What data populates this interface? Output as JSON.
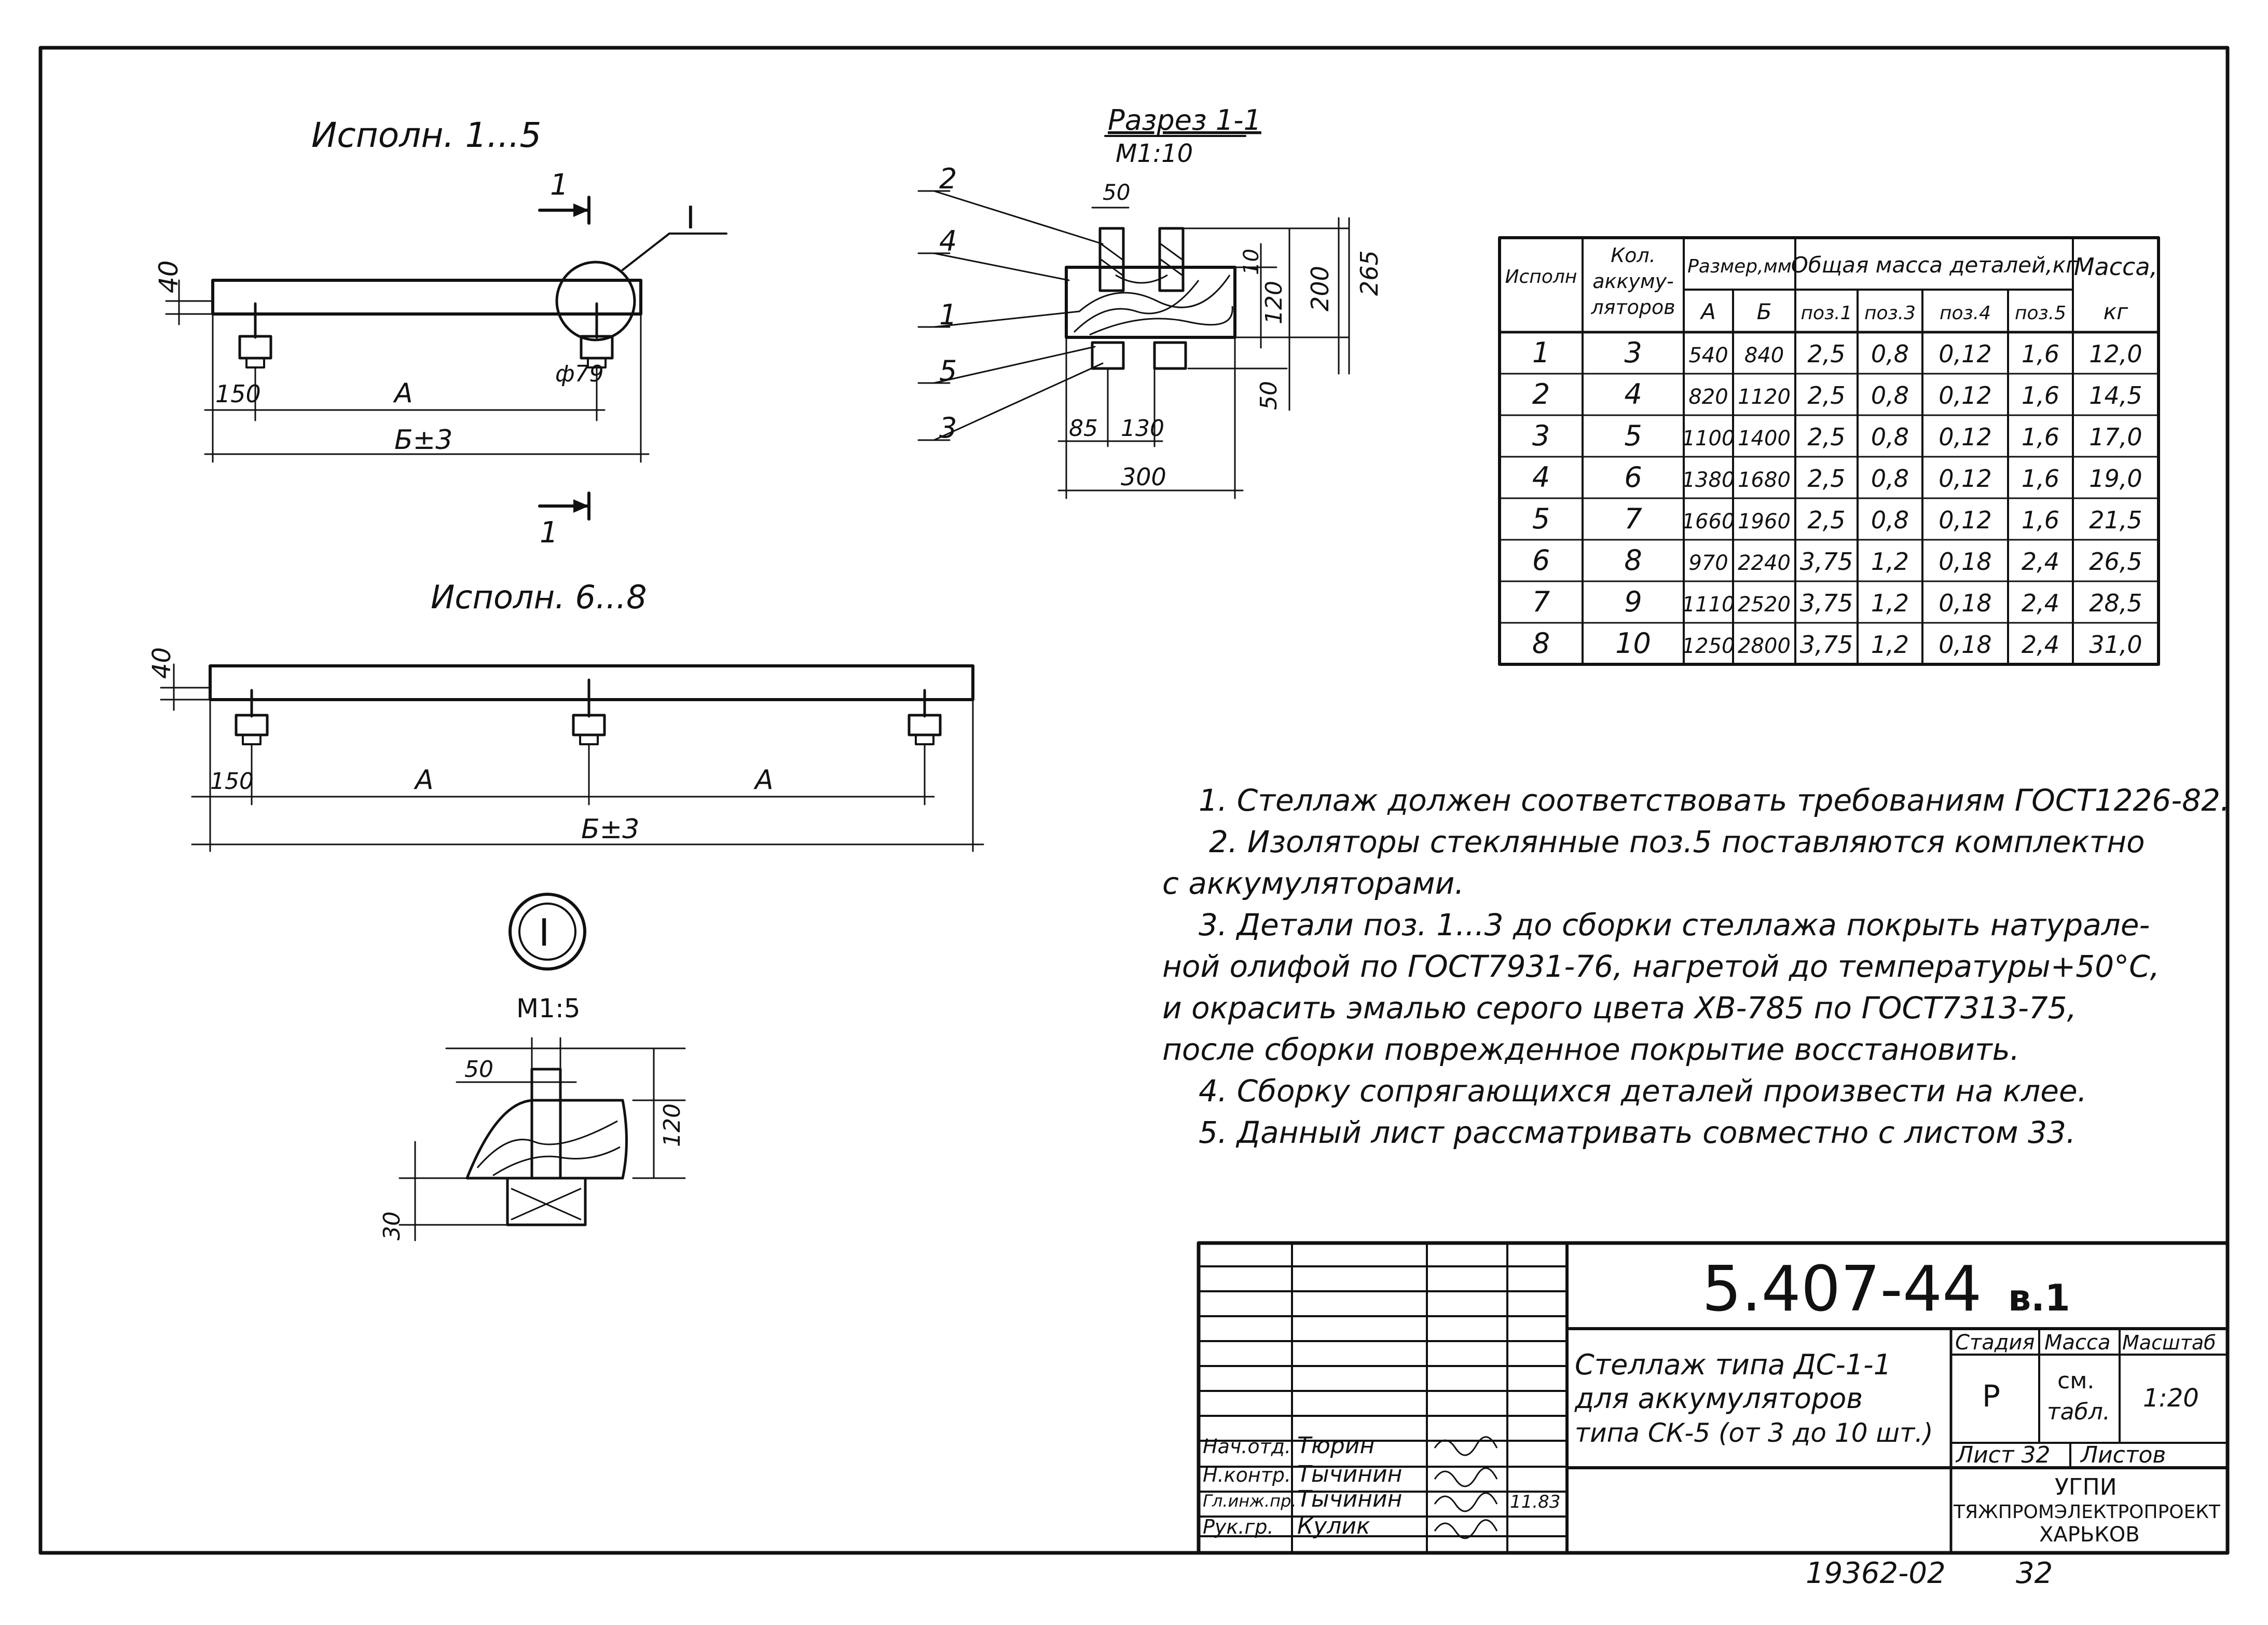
{
  "views": {
    "exec_1_5_title": "Исполн. 1...5",
    "exec_6_8_title": "Исполн. 6...8",
    "section_title": "Разрез 1-1",
    "section_scale": "М1:10",
    "node_marker": "I",
    "node_scale": "М1:5",
    "cut_mark": "1"
  },
  "dims": {
    "d40": "40",
    "d150": "150",
    "dA": "А",
    "dB": "Б±3",
    "d79": "ф79",
    "d50": "50",
    "d10": "10",
    "d120": "120",
    "d200": "200",
    "d265": "265",
    "d85": "85",
    "d130": "130",
    "d300": "300",
    "d30": "30"
  },
  "positions": {
    "p1": "1",
    "p2": "2",
    "p3": "3",
    "p4": "4",
    "p5": "5"
  },
  "table": {
    "h_exec": "Исполн",
    "h_count": "Кол. аккуму- ляторов",
    "h_size": "Размер,мм",
    "h_mass_parts": "Общая масса деталей,кг",
    "h_mass": "Масса,",
    "h_kg": "кг",
    "h_A": "А",
    "h_B": "Б",
    "h_p1": "поз.1",
    "h_p3": "поз.3",
    "h_p4": "поз.4",
    "h_p5": "поз.5",
    "rows": [
      [
        "1",
        "3",
        "540",
        "840",
        "2,5",
        "0,8",
        "0,12",
        "1,6",
        "12,0"
      ],
      [
        "2",
        "4",
        "820",
        "1120",
        "2,5",
        "0,8",
        "0,12",
        "1,6",
        "14,5"
      ],
      [
        "3",
        "5",
        "1100",
        "1400",
        "2,5",
        "0,8",
        "0,12",
        "1,6",
        "17,0"
      ],
      [
        "4",
        "6",
        "1380",
        "1680",
        "2,5",
        "0,8",
        "0,12",
        "1,6",
        "19,0"
      ],
      [
        "5",
        "7",
        "1660",
        "1960",
        "2,5",
        "0,8",
        "0,12",
        "1,6",
        "21,5"
      ],
      [
        "6",
        "8",
        "970",
        "2240",
        "3,75",
        "1,2",
        "0,18",
        "2,4",
        "26,5"
      ],
      [
        "7",
        "9",
        "1110",
        "2520",
        "3,75",
        "1,2",
        "0,18",
        "2,4",
        "28,5"
      ],
      [
        "8",
        "10",
        "1250",
        "2800",
        "3,75",
        "1,2",
        "0,18",
        "2,4",
        "31,0"
      ]
    ]
  },
  "notes": [
    "1. Стеллаж должен соответствовать требованиям ГОСТ1226-82.",
    "2. Изоляторы стеклянные поз.5 поставляются комплектно",
    "с аккумуляторами.",
    "3. Детали поз. 1...3 до сборки стеллажа покрыть натурале-",
    "ной олифой по ГОСТ7931-76, нагретой до температуры+50°С,",
    "и окрасить эмалью серого цвета ХВ-785 по ГОСТ7313-75,",
    "после сборки поврежденное покрытие восстановить.",
    "4. Сборку сопрягающихся деталей произвести на клее.",
    "5. Данный лист рассматривать совместно с листом 33."
  ],
  "titleblock": {
    "code": "5.407-44",
    "code_suffix": "в.1",
    "desc1": "Стеллаж типа ДС-1-1",
    "desc2": "для аккумуляторов",
    "desc3": "типа СК-5 (от 3 до 10 шт.)",
    "stage_h": "Стадия",
    "mass_h": "Масса",
    "scale_h": "Масштаб",
    "stage": "Р",
    "mass1": "см.",
    "mass2": "табл.",
    "scale": "1:20",
    "sheet": "Лист 32",
    "sheets": "Листов",
    "org1": "УГПИ",
    "org2": "ТЯЖПРОМЭЛЕКТРОПРОЕКТ",
    "org3": "ХАРЬКОВ",
    "roles": [
      "Нач.отд.",
      "Н.контр.",
      "Гл.инж.пр.",
      "Рук.гр."
    ],
    "names": [
      "Тюрин",
      "Тычинин",
      "Тычинин",
      "Кулик"
    ],
    "date": "11.83"
  },
  "stamp_bottom": "19362-02",
  "stamp_bottom_num": "32"
}
